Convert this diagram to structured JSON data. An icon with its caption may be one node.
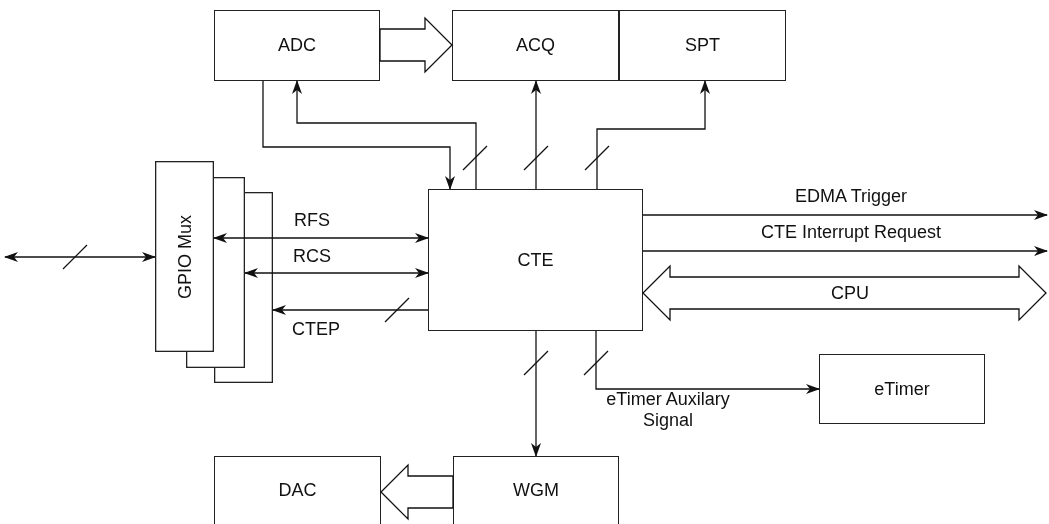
{
  "diagram": {
    "nodes": [
      {
        "text": [
          "ADC"
        ]
      },
      {
        "text": [
          "ACQ"
        ]
      },
      {
        "text": [
          "SPT"
        ]
      },
      {
        "text": [
          "GPIO Mux"
        ]
      },
      {
        "text": [
          "CTE"
        ]
      },
      {
        "text": [
          "eTimer"
        ]
      },
      {
        "text": [
          "DAC"
        ]
      },
      {
        "text": [
          "WGM"
        ]
      }
    ],
    "edges": [
      {
        "from": 0,
        "to": 1,
        "arrow": "to",
        "style": "thick"
      },
      {
        "from": 4,
        "to": 0,
        "arrow": "to"
      },
      {
        "from": 0,
        "to": 4,
        "arrow": "to"
      },
      {
        "from": 4,
        "to": 1,
        "arrow": "to"
      },
      {
        "from": 4,
        "to": 2,
        "arrow": "to"
      },
      {
        "from": null,
        "to": 3,
        "arrow": "both"
      },
      {
        "from": 3,
        "to": 4,
        "arrow": "both",
        "label": "RFS"
      },
      {
        "from": 3,
        "to": 4,
        "arrow": "both",
        "label": "RCS"
      },
      {
        "from": 4,
        "to": 3,
        "arrow": "to",
        "label": "CTEP"
      },
      {
        "from": 4,
        "to": null,
        "arrow": "to",
        "label": "EDMA Trigger"
      },
      {
        "from": 4,
        "to": null,
        "arrow": "to",
        "label": "CTE Interrupt Request"
      },
      {
        "from": 4,
        "to": null,
        "arrow": "both",
        "style": "thick",
        "label": "CPU"
      },
      {
        "from": 4,
        "to": 5,
        "arrow": "to",
        "label": "eTimer Auxilary Signal"
      },
      {
        "from": 4,
        "to": 7,
        "arrow": "to"
      },
      {
        "from": 7,
        "to": 6,
        "arrow": "to",
        "style": "thick"
      }
    ]
  }
}
